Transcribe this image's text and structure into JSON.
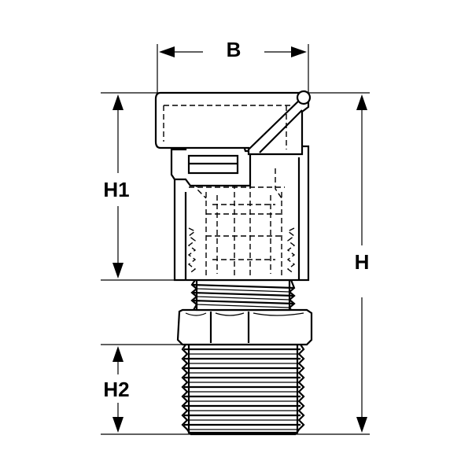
{
  "diagram": {
    "dimension_labels": {
      "width": "B",
      "total_height": "H",
      "upper_height": "H1",
      "lower_height": "H2"
    },
    "colors": {
      "line": "#000000",
      "background": "#ffffff"
    }
  }
}
